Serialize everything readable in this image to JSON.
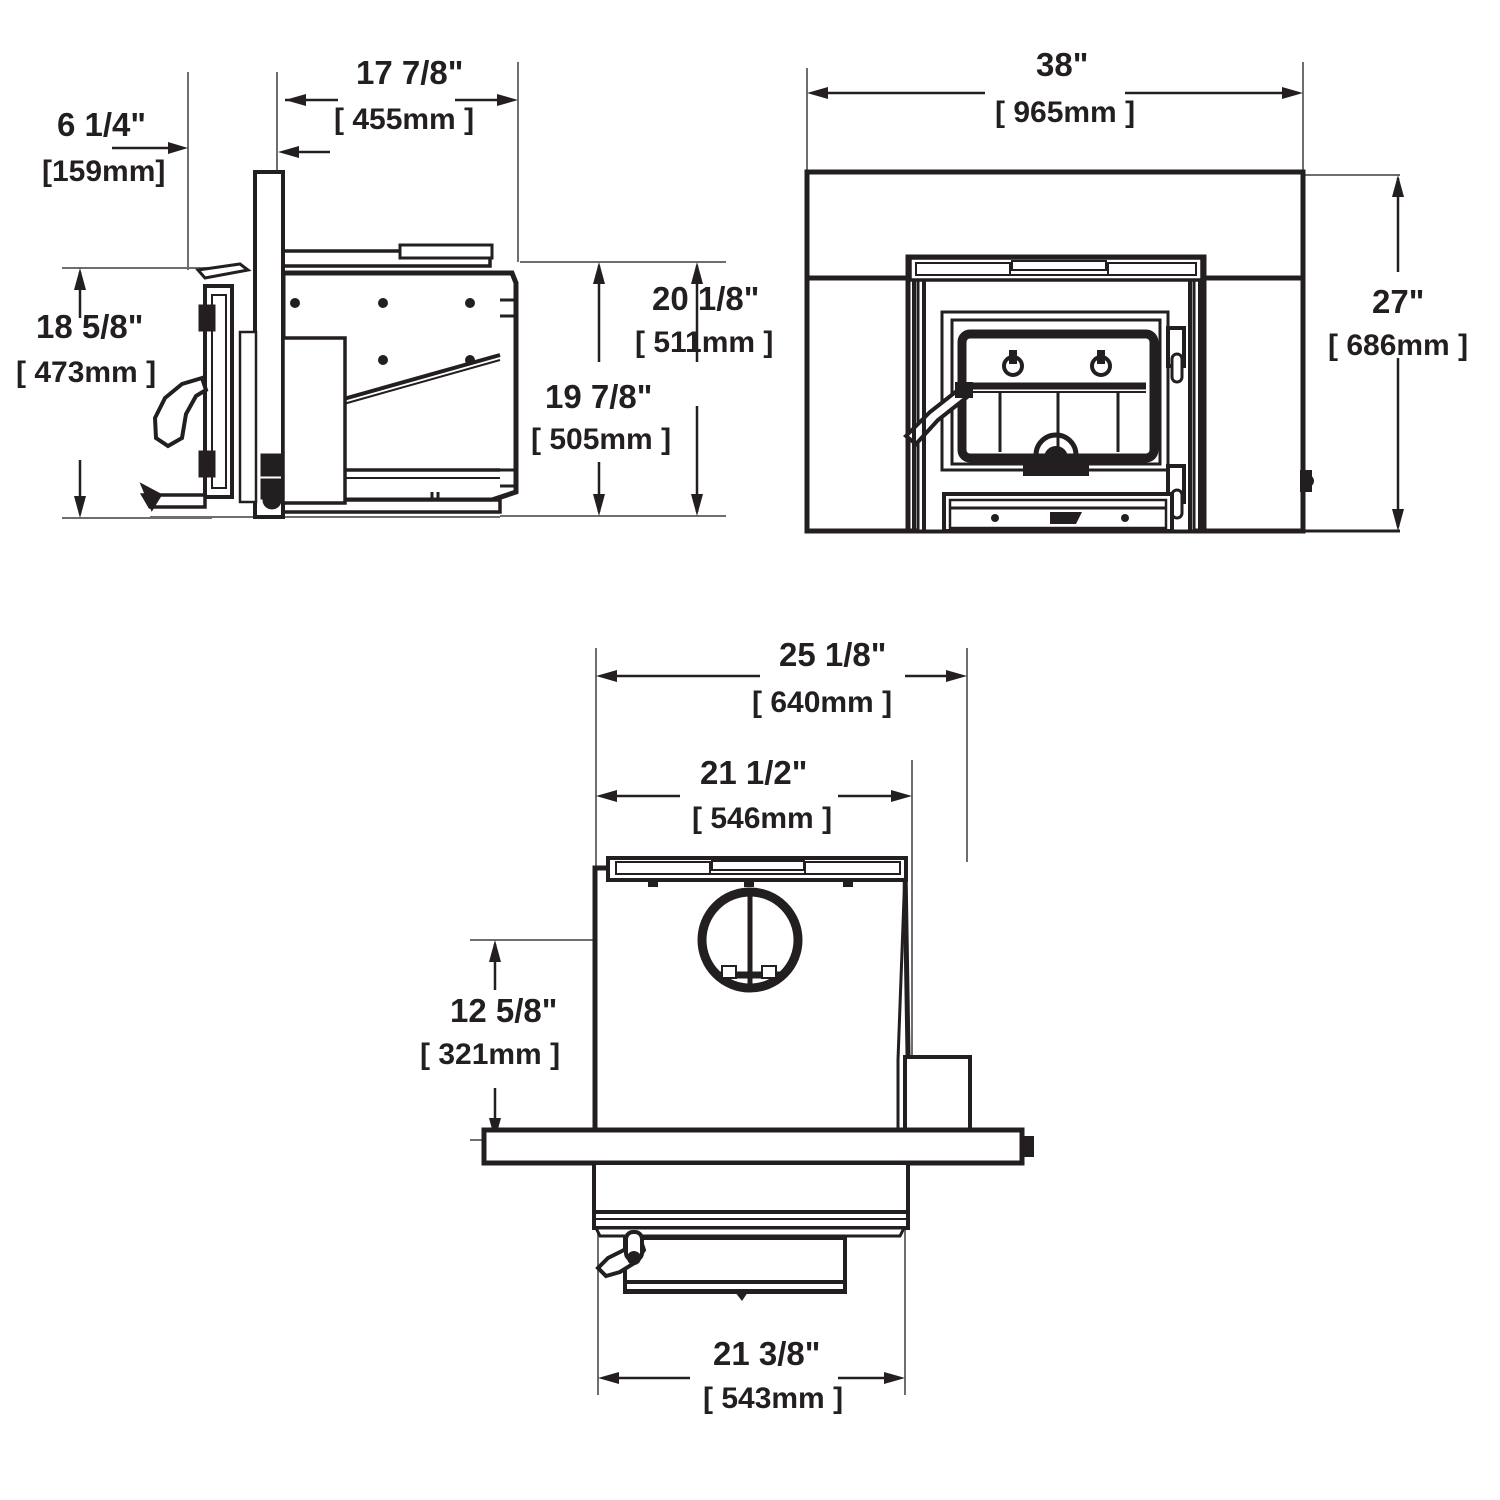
{
  "drawing": {
    "title": "Fireplace insert dimensional drawing",
    "background_color": "#ffffff",
    "line_color": "#231f20",
    "dim_line_color": "#6d6e71",
    "text_color": "#231f20"
  },
  "views": {
    "side": {
      "name": "side-elevation-view"
    },
    "front": {
      "name": "front-elevation-view"
    },
    "plan": {
      "name": "top-plan-view"
    }
  },
  "dimensions": {
    "side_depth_offset": {
      "inches": "6 1/4\"",
      "mm": "[159mm]"
    },
    "side_body_depth": {
      "inches": "17 7/8\"",
      "mm": "[ 455mm ]"
    },
    "side_body_height": {
      "inches": "18 5/8\"",
      "mm": "[ 473mm ]"
    },
    "side_overall_height": {
      "inches": "20 1/8\"",
      "mm": "[ 511mm ]"
    },
    "side_inner_height": {
      "inches": "19 7/8\"",
      "mm": "[ 505mm ]"
    },
    "front_surround_width": {
      "inches": "38\"",
      "mm": "[ 965mm ]"
    },
    "front_surround_height": {
      "inches": "27\"",
      "mm": "[ 686mm ]"
    },
    "plan_overall_width": {
      "inches": "25 1/8\"",
      "mm": "[ 640mm ]"
    },
    "plan_body_width": {
      "inches": "21 1/2\"",
      "mm": "[ 546mm ]"
    },
    "plan_flue_to_flange": {
      "inches": "12 5/8\"",
      "mm": "[ 321mm ]"
    },
    "plan_door_width": {
      "inches": "21 3/8\"",
      "mm": "[ 543mm ]"
    }
  }
}
